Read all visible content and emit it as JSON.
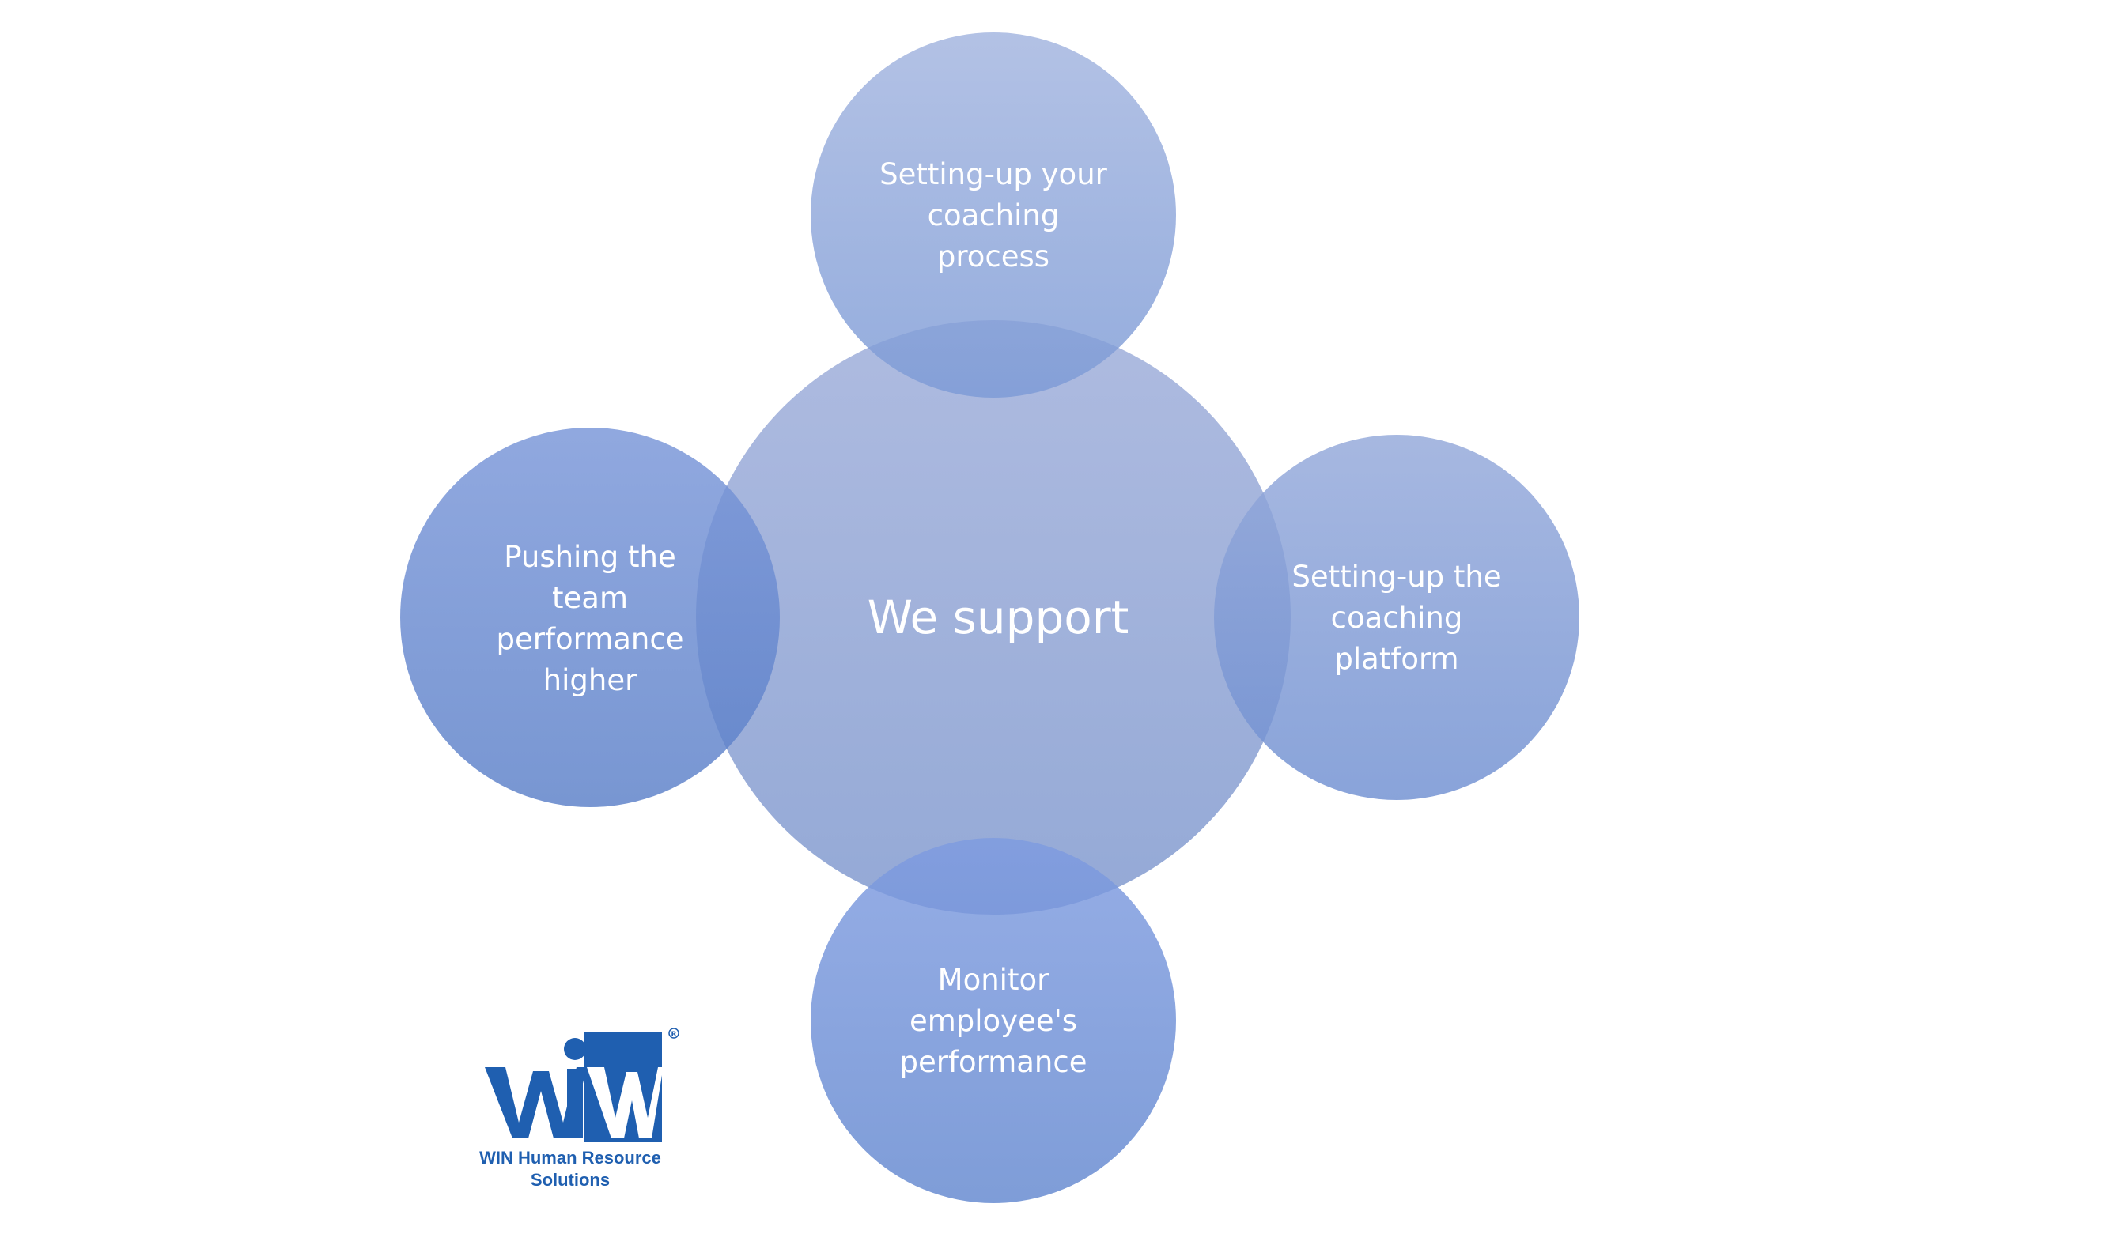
{
  "diagram": {
    "center": {
      "label": "We support"
    },
    "nodes": {
      "top": [
        "Setting-up your",
        "coaching",
        "process"
      ],
      "right": [
        "Setting-up the",
        "coaching",
        "platform"
      ],
      "bottom": [
        "Monitor",
        "employee's",
        "performance"
      ],
      "left": [
        "Pushing the",
        "team",
        "performance",
        "higher"
      ]
    }
  },
  "logo": {
    "caption_line1": "WIN Human Resource",
    "caption_line2": "Solutions"
  },
  "colors": {
    "center_fill": "#a3b3d9",
    "node_fill": "#6f90d6",
    "logo_blue": "#1f5fb0",
    "label_text": "#ffffff"
  }
}
